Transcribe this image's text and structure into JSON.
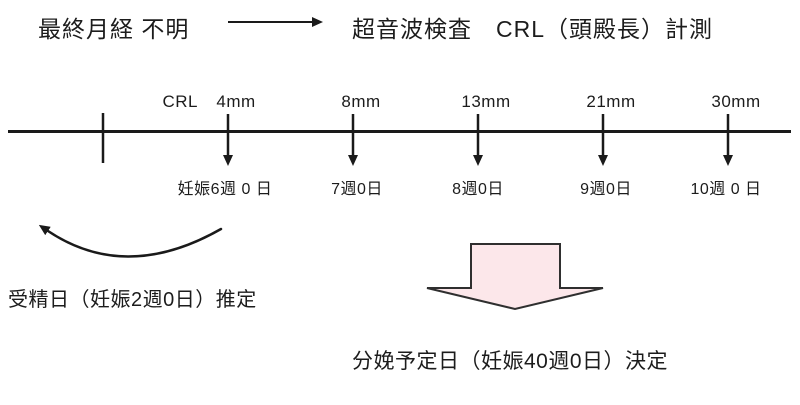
{
  "header": {
    "left": "最終月経 不明",
    "right": "超音波検査　CRL（頭殿長）計測"
  },
  "timeline": {
    "crl_label": "CRL",
    "points": [
      {
        "crl": "4mm",
        "week": "妊娠6週 0 日"
      },
      {
        "crl": "8mm",
        "week": "7週0日"
      },
      {
        "crl": "13mm",
        "week": "8週0日"
      },
      {
        "crl": "21mm",
        "week": "9週0日"
      },
      {
        "crl": "30mm",
        "week": "10週 0 日"
      }
    ]
  },
  "annotations": {
    "fertilization": "受精日（妊娠2週0日）推定",
    "due_date": "分娩予定日（妊娠40週0日）決定"
  },
  "colors": {
    "ink": "#1a1a1a",
    "block_arrow_fill": "#fce7ea",
    "block_arrow_stroke": "#2f2f2f"
  }
}
